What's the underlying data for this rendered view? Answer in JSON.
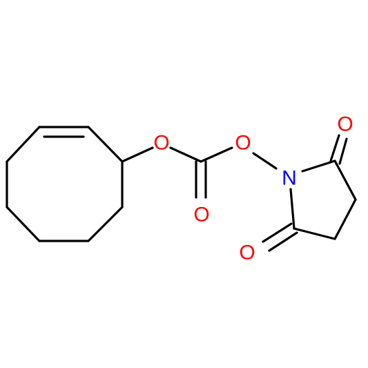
{
  "structure": {
    "atoms": {
      "o_ester": {
        "text": "O",
        "color": "#ff0000"
      },
      "o_carbonyl": {
        "text": "O",
        "color": "#ff0000"
      },
      "o_link": {
        "text": "O",
        "color": "#ff0000"
      },
      "n_imide": {
        "text": "N",
        "color": "#0000ff"
      },
      "o_imide_top": {
        "text": "O",
        "color": "#ff0000"
      },
      "o_imide_bottom": {
        "text": "O",
        "color": "#ff0000"
      }
    },
    "colors": {
      "bond": "#000000",
      "background": "#ffffff"
    }
  }
}
